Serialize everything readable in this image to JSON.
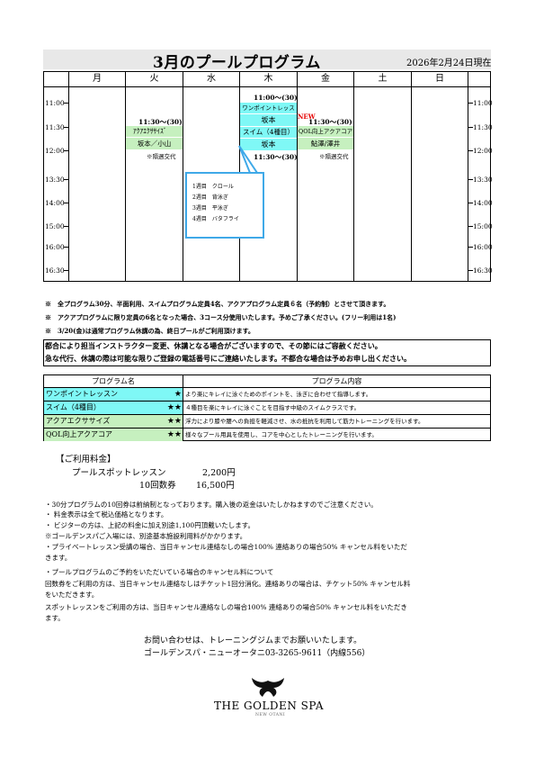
{
  "header": {
    "title": "3月のプールプログラム",
    "as_of": "2026年2月24日現在"
  },
  "timetable": {
    "days": [
      "月",
      "火",
      "水",
      "木",
      "金",
      "土",
      "日"
    ],
    "times": [
      "11:00",
      "11:30",
      "12:00",
      "13:30",
      "14:00",
      "15:00",
      "16:00",
      "16:30"
    ],
    "tue": {
      "time": "11:30～(30)",
      "program": "ｱｸｱｴｸｻｻｲｽﾞ",
      "instructor": "坂本／小山",
      "note": "※隔週交代"
    },
    "thu_1": {
      "time": "11:00～(30)",
      "program": "ワンポイントレッスン",
      "instructor": "坂本"
    },
    "thu_2": {
      "program": "スイム（4種目）",
      "instructor": "坂本",
      "time_after": "11:30～(30)"
    },
    "fri": {
      "badge": "NEW",
      "time": "11:30～(30)",
      "program": "QOL向上アクアコア",
      "instructor": "鮎澤/澤井",
      "note": "※隔週交代"
    },
    "callout": {
      "weeks": [
        {
          "week": "1週目",
          "stroke": "クロール"
        },
        {
          "week": "2週目",
          "stroke": "背泳ぎ"
        },
        {
          "week": "3週目",
          "stroke": "平泳ぎ"
        },
        {
          "week": "4週目",
          "stroke": "バタフライ"
        }
      ]
    }
  },
  "notes": [
    "※　全プログラム30分、半面利用、スイムプログラム定員4名、アクアプログラム定員６名（予約制）とさせて頂きます。",
    "※　アクアプログラムに限り定員の6名となった場合、3コース分使用いたします。予めご了承ください。(フリー利用は1名)",
    "※　3/20(金)は通常プログラム休講の為、終日プールがご利用頂けます。"
  ],
  "warnings": [
    "都合により担当インストラクター変更、休講となる場合がございますので、その節にはご容赦ください。",
    "急な代行、休講の際は可能な限りご登録の電話番号にご連絡いたします。不都合な場合は予めお申し出ください。"
  ],
  "programs": {
    "header_name": "プログラム名",
    "header_desc": "プログラム内容",
    "rows": [
      {
        "name": "ワンポイントレッスン",
        "stars": "★",
        "desc": "より楽にキレイに泳ぐためのポイントを、泳ぎに合わせて指導します。",
        "color": "#7ff8f6"
      },
      {
        "name": "スイム（4種目）",
        "stars": "★★",
        "desc": "４種目を楽にキレイに泳ぐことを目指す中級のスイムクラスです。",
        "color": "#7ff8f6"
      },
      {
        "name": "アクアエクササイズ",
        "stars": "★★",
        "desc": "浮力により膝や腰への負担を軽減させ、水の抵抗を利用して筋力トレーニングを行います。",
        "color": "#c6f0bf"
      },
      {
        "name": "QOL向上アクアコア",
        "stars": "★★",
        "desc": "様々なプール用具を使用し、コアを中心としたトレーニングを行います。",
        "color": "#c6f0bf"
      }
    ]
  },
  "fees": {
    "title": "【ご利用料金】",
    "spot_label": "プールスポットレッスン",
    "spot_price": "2,200円",
    "ticket_label": "10回数券",
    "ticket_price": "16,500円"
  },
  "policy": [
    "・30分プログラムの10回券は前納制となっております。購入後の返金はいたしかねますのでご注意ください。",
    "・ 料金表示は全て税込価格となります。",
    "・ ビジターの方は、上記の料金に加え別途1,100円頂戴いたします。",
    "※ゴールデンスパご入場には、別途基本施設利用料がかかります。",
    "・プライベートレッスン受講の場合、当日キャンセル連絡なしの場合100% 連絡ありの場合50% キャンセル料をいただ",
    "きます。",
    "・プールプログラムのご予約をいただいている場合のキャンセル料について",
    "回数券をご利用の方は、当日キャンセル連絡なしはチケット1回分消化。連絡ありの場合は、チケット50% キャンセル料",
    "をいただきます。",
    "スポットレッスンをご利用の方は、当日キャンセル連絡なしの場合100% 連絡ありの場合50% キャンセル料をいただき",
    "ます。"
  ],
  "contact": {
    "line1": "お問い合わせは、トレーニングジムまでお願いいたします。",
    "line2": "ゴールデンスパ・ニューオータニ03-3265-9611（内線556）"
  },
  "logo": {
    "name": "THE GOLDEN SPA",
    "sub": "NEW OTANI"
  }
}
